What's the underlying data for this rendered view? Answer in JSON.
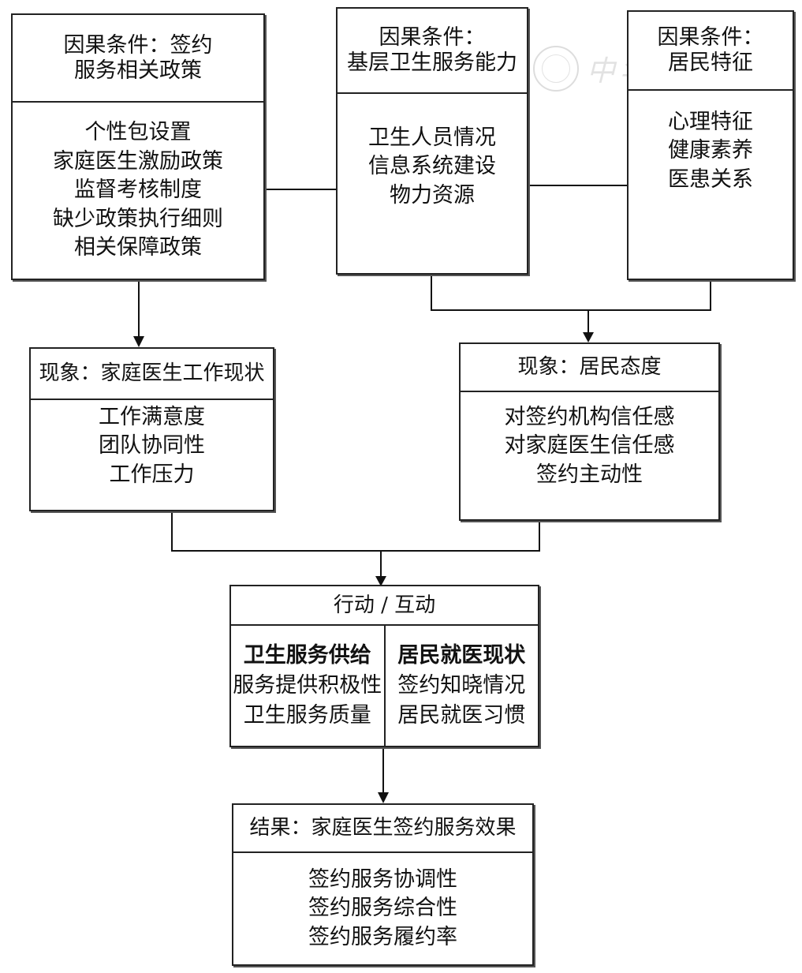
{
  "boxes": {
    "policy": {
      "title": [
        "因果条件：签约",
        "服务相关政策"
      ],
      "items": [
        "个性包设置",
        "家庭医生激励政策",
        "监督考核制度",
        "缺少政策执行细则",
        "相关保障政策"
      ]
    },
    "capacity": {
      "title": [
        "因果条件：",
        "基层卫生服务能力"
      ],
      "items": [
        "卫生人员情况",
        "信息系统建设",
        "物力资源"
      ]
    },
    "resident": {
      "title": [
        "因果条件：",
        "居民特征"
      ],
      "items": [
        "心理特征",
        "健康素养",
        "医患关系"
      ]
    },
    "doctor_status": {
      "title": [
        "现象：家庭医生工作现状"
      ],
      "items": [
        "工作满意度",
        "团队协同性",
        "工作压力"
      ]
    },
    "resident_attitude": {
      "title": [
        "现象：居民态度"
      ],
      "items": [
        "对签约机构信任感",
        "对家庭医生信任感",
        "签约主动性"
      ]
    },
    "action": {
      "title": "行动 / 互动",
      "left": {
        "heading": "卫生服务供给",
        "items": [
          "服务提供积极性",
          "卫生服务质量"
        ]
      },
      "right": {
        "heading": "居民就医现状",
        "items": [
          "签约知晓情况",
          "居民就医习惯"
        ]
      }
    },
    "result": {
      "title": [
        "结果：家庭医生签约服务效果"
      ],
      "items": [
        "签约服务协调性",
        "签约服务综合性",
        "签约服务履约率"
      ]
    }
  },
  "watermark": {
    "text": "中华医学会",
    "icon": "seal-icon"
  }
}
